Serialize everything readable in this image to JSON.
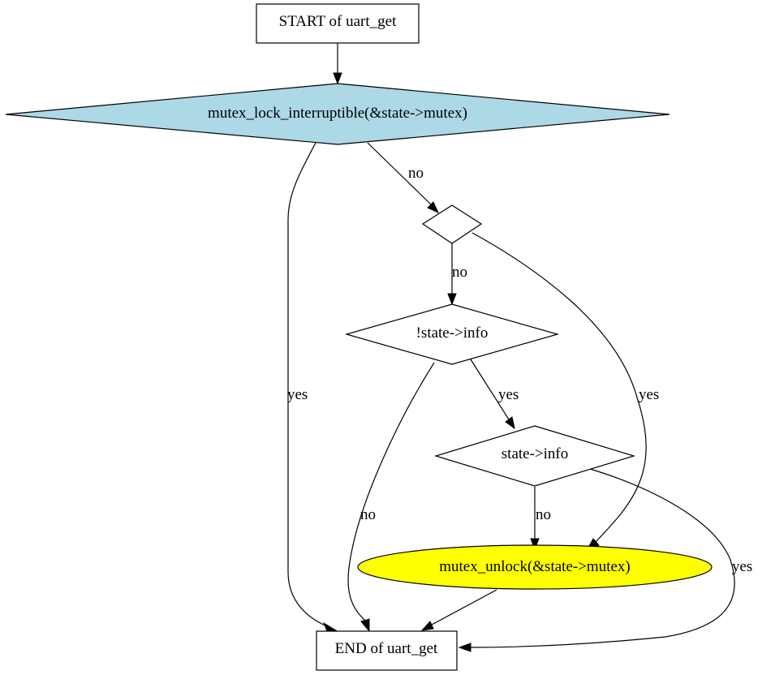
{
  "nodes": {
    "start": {
      "label": "START of uart_get"
    },
    "mutex_lock": {
      "label": "mutex_lock_interruptible(&state->mutex)",
      "fill": "#add8e6"
    },
    "empty_decision": {
      "label": ""
    },
    "not_info": {
      "label": "!state->info"
    },
    "info": {
      "label": "state->info"
    },
    "unlock": {
      "label": "mutex_unlock(&state->mutex)",
      "fill": "#ffff00"
    },
    "end": {
      "label": "END of uart_get"
    }
  },
  "edges": {
    "lock_to_end": {
      "label": "yes"
    },
    "lock_to_empty": {
      "label": "no"
    },
    "empty_to_notinfo": {
      "label": "no"
    },
    "empty_to_unlock": {
      "label": "yes"
    },
    "notinfo_to_info": {
      "label": "yes"
    },
    "notinfo_to_end": {
      "label": "no"
    },
    "info_to_unlock": {
      "label": "no"
    },
    "info_to_end": {
      "label": "yes"
    }
  }
}
